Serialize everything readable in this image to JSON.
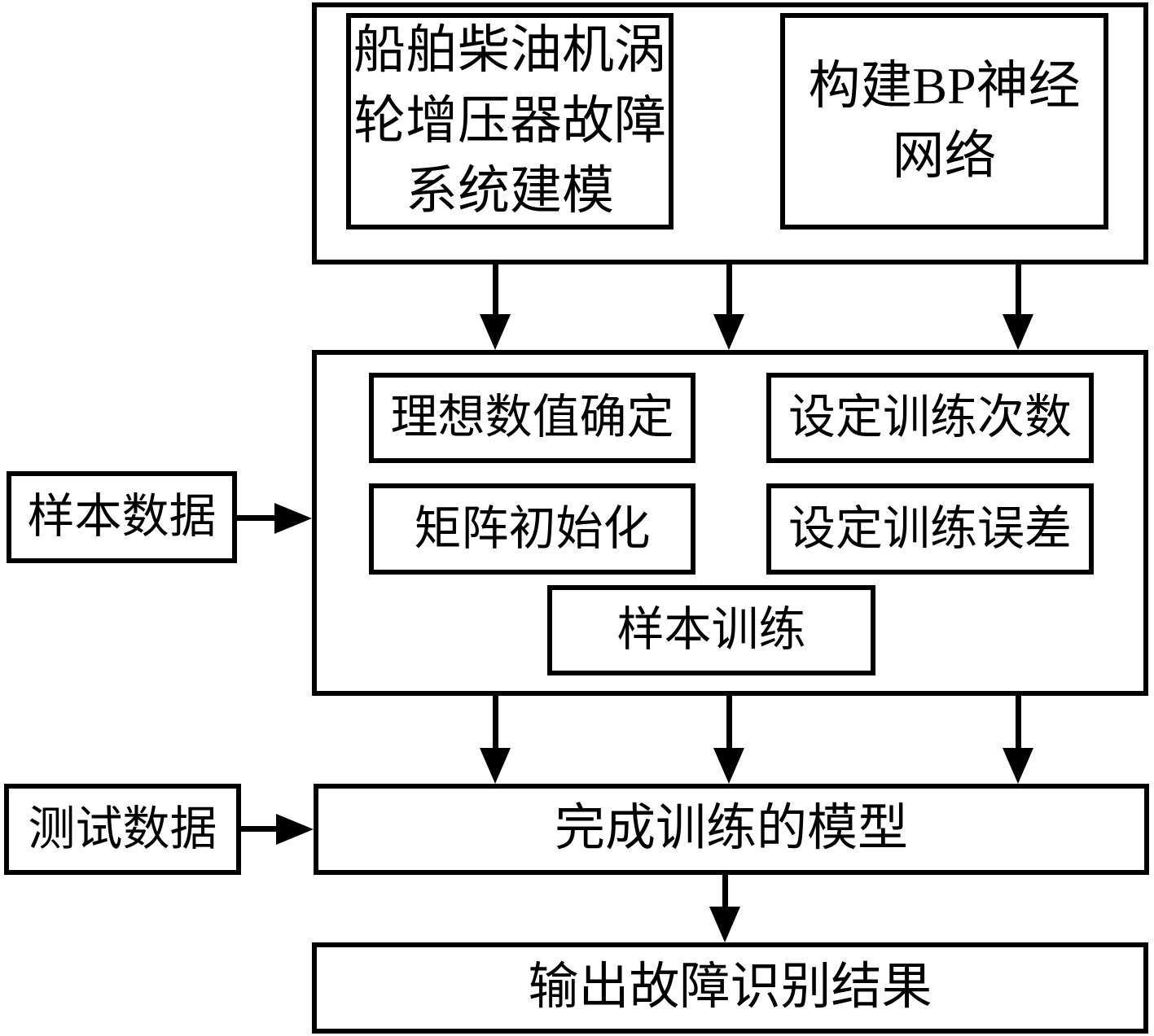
{
  "colors": {
    "line": "#000000",
    "background": "#ffffff"
  },
  "nodes": {
    "modeling": "船舶柴油机涡\n轮增压器故障\n系统建模",
    "bp_network": "构建BP神经\n网络",
    "ideal_value": "理想数值确定",
    "training_times": "设定训练次数",
    "matrix_init": "矩阵初始化",
    "training_error": "设定训练误差",
    "sample_training": "样本训练",
    "sample_data": "样本数据",
    "test_data": "测试数据",
    "trained_model": "完成训练的模型",
    "output_result": "输出故障识别结果"
  }
}
